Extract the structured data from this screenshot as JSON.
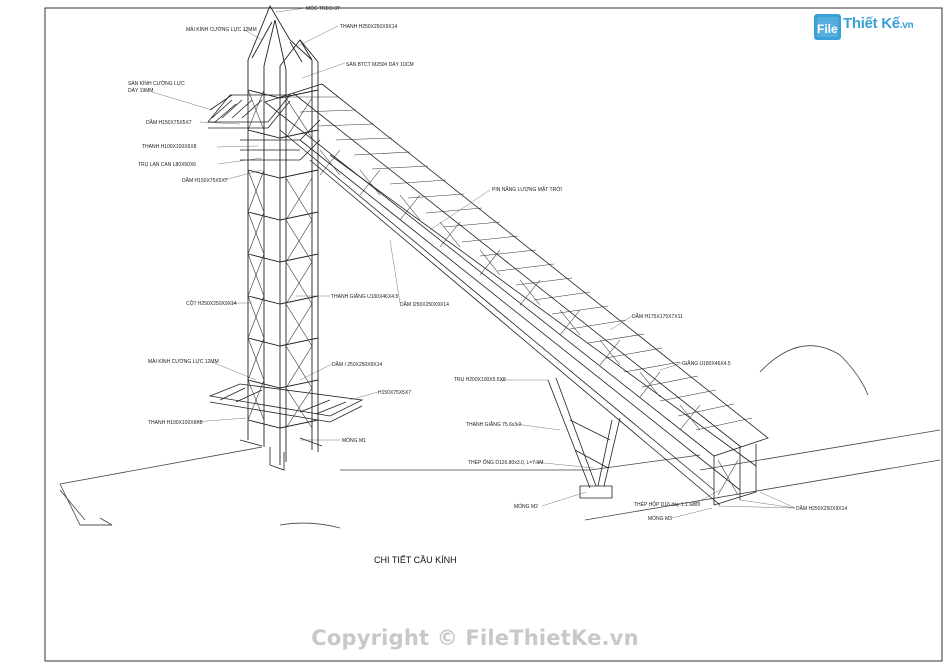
{
  "drawing": {
    "caption": "CHI TIẾT CẦU KÍNH",
    "labels": {
      "l1": "MÓC TREO 3T",
      "l2": "MÁI KÍNH CƯỜNG LỰC 12MM",
      "l3": "THANH H250X250X9X14",
      "l4": "SÀN BTCT M250# DÀY 10CM",
      "l5": "SÀN KÍNH CƯỜNG LỰC",
      "l6": "DÀY 19MM",
      "l7": "DẦM H150X75X5X7",
      "l8": "THANH H100X100X6X8",
      "l9": "TRỤ LAN CAN L80X50X6",
      "l10": "DẦM H150X75X5X7",
      "l11": "PIN NĂNG LƯỢNG MẶT TRỜI",
      "l12": "CỘT H250X250X9X14",
      "l13": "THANH GIẰNG U100X46X4.5",
      "l14": "DẦM I250X250X9X14",
      "l15": "DẦM H175X175X7X11",
      "l16": "MÁI KÍNH CƯỜNG LỰC 12MM",
      "l17": "DẦM I 250X250X9X14",
      "l18": "GIẰNG U180X46X4.5",
      "l19": "TRỤ H200X100X5.5X8",
      "l20": "H150X75X5X7",
      "l21": "THANH H100X100X6X8",
      "l22": "THANH GIẰNG 75.6x3.0",
      "l23": "MÓNG M1",
      "l24": "THÉP ỐNG D126.80x3.0, L=7.9M",
      "l25": "MÓNG M2",
      "l26": "THÉP HỘP D16 dày 1.1 a300",
      "l27": "MÓNG M3",
      "l28": "DẦM H250X250X9X14"
    }
  },
  "logo": {
    "brand": "Thiết Kế",
    "icon_text": "File",
    "suffix": ".vn"
  },
  "watermark": {
    "copyright": "Copyright © FileThietKe.vn"
  },
  "colors": {
    "line": "#2a2a2a",
    "logo_blue": "#3aa0d8",
    "watermark": "#c8c8c8"
  }
}
